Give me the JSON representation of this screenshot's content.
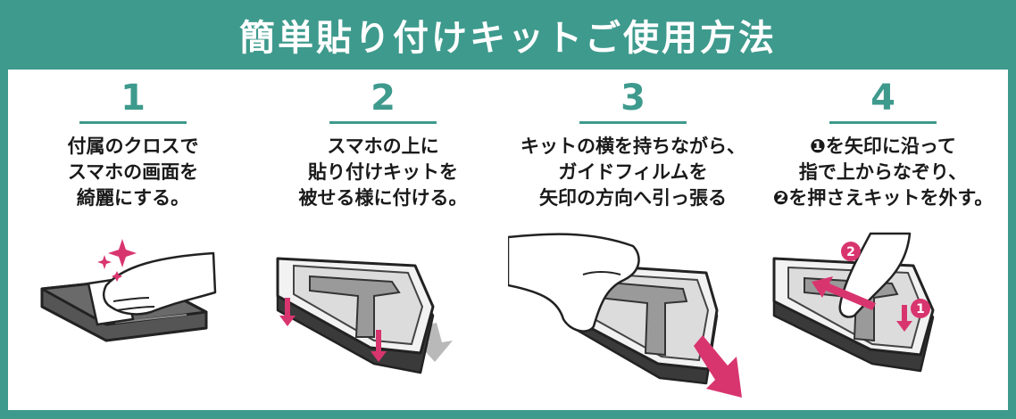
{
  "title": "簡単貼り付けキットご使用方法",
  "colors": {
    "teal": "#3e9a8d",
    "magenta": "#d8356f",
    "gray_arrow": "#b9b9b9"
  },
  "steps": [
    {
      "number": "1",
      "lines": [
        "付属のクロスで",
        "スマホの画面を",
        "綺麗にする。"
      ]
    },
    {
      "number": "2",
      "lines": [
        "スマホの上に",
        "貼り付けキットを",
        "被せる様に付ける。"
      ]
    },
    {
      "number": "3",
      "lines": [
        "キットの横を持ちながら、",
        "ガイドフィルムを",
        "矢印の方向へ引っ張る"
      ]
    },
    {
      "number": "4",
      "lines": [
        "❶を矢印に沿って",
        "指で上からなぞり、",
        "❷を押さえキットを外す。"
      ]
    }
  ],
  "markers": {
    "one": "1",
    "two": "2"
  }
}
